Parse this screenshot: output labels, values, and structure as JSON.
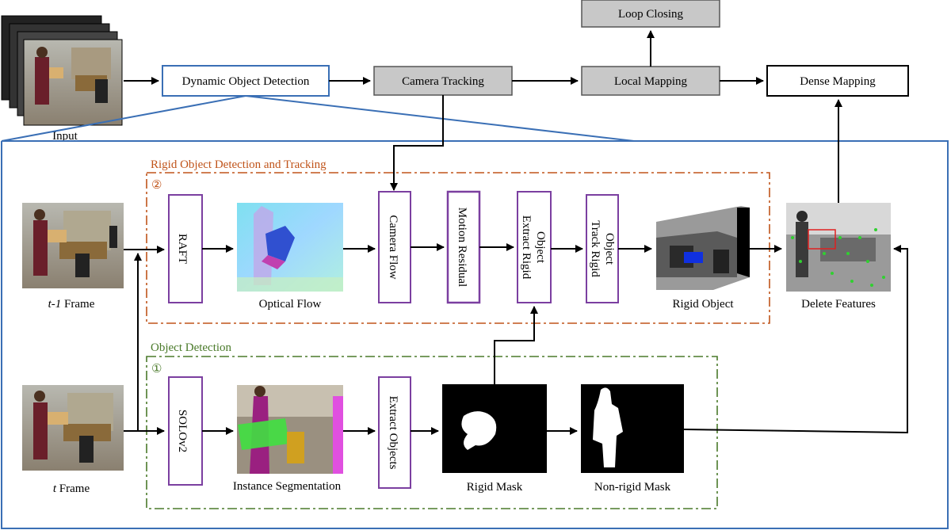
{
  "pipeline": {
    "input": "Input",
    "dynamic_object_detection": "Dynamic Object Detection",
    "camera_tracking": "Camera Tracking",
    "local_mapping": "Local Mapping",
    "loop_closing": "Loop Closing",
    "dense_mapping": "Dense Mapping"
  },
  "rigid_section": {
    "title": "Rigid Object Detection and Tracking",
    "marker": "②",
    "raft": "RAFT",
    "optical_flow": "Optical Flow",
    "camera_flow": "Camera Flow",
    "motion_residual": "Motion Residual",
    "extract_rigid_object_1": "Extract Rigid",
    "extract_rigid_object_2": "Object",
    "track_rigid_object_1": "Track Rigid",
    "track_rigid_object_2": "Object",
    "rigid_object": "Rigid Object"
  },
  "object_section": {
    "title": "Object Detection",
    "marker": "①",
    "solov2": "SOLOv2",
    "instance_segmentation": "Instance Segmentation",
    "extract_objects": "Extract Objects",
    "rigid_mask": "Rigid Mask",
    "non_rigid_mask": "Non-rigid Mask"
  },
  "frames": {
    "prev_italic": "t-1",
    "prev_rest": " Frame",
    "curr_italic": "t",
    "curr_rest": " Frame"
  },
  "delete_features": "Delete Features",
  "colors": {
    "gray_box": "#c8c8c8",
    "blue_frame": "#3a6fb5",
    "purple_box": "#7b3fa0",
    "orange_dash": "#c0541a",
    "green_dash": "#4a7a2a"
  }
}
